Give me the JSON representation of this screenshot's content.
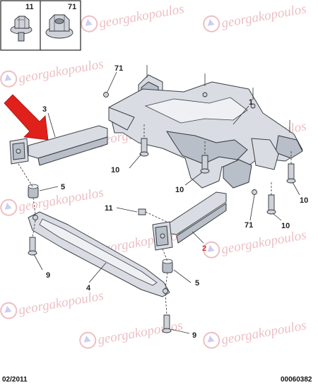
{
  "inset": {
    "left_number": "11",
    "right_number": "71"
  },
  "callouts": {
    "c71_top": "71",
    "c3": "3",
    "c1": "1",
    "c10_left": "10",
    "c5_upper": "5",
    "c10_mid": "10",
    "c10_right": "10",
    "c11": "11",
    "c71_lower": "71",
    "c10_lower": "10",
    "c2": "2",
    "c9_left": "9",
    "c4": "4",
    "c5_lower": "5",
    "c9_lower": "9"
  },
  "watermark": {
    "text": "georgakopoulos"
  },
  "footer": {
    "date": "02/2011",
    "code": "00060382"
  },
  "colors": {
    "arrow": "#e0201b",
    "watermark": "#e6aab0",
    "callout_2": "#c0392b"
  }
}
